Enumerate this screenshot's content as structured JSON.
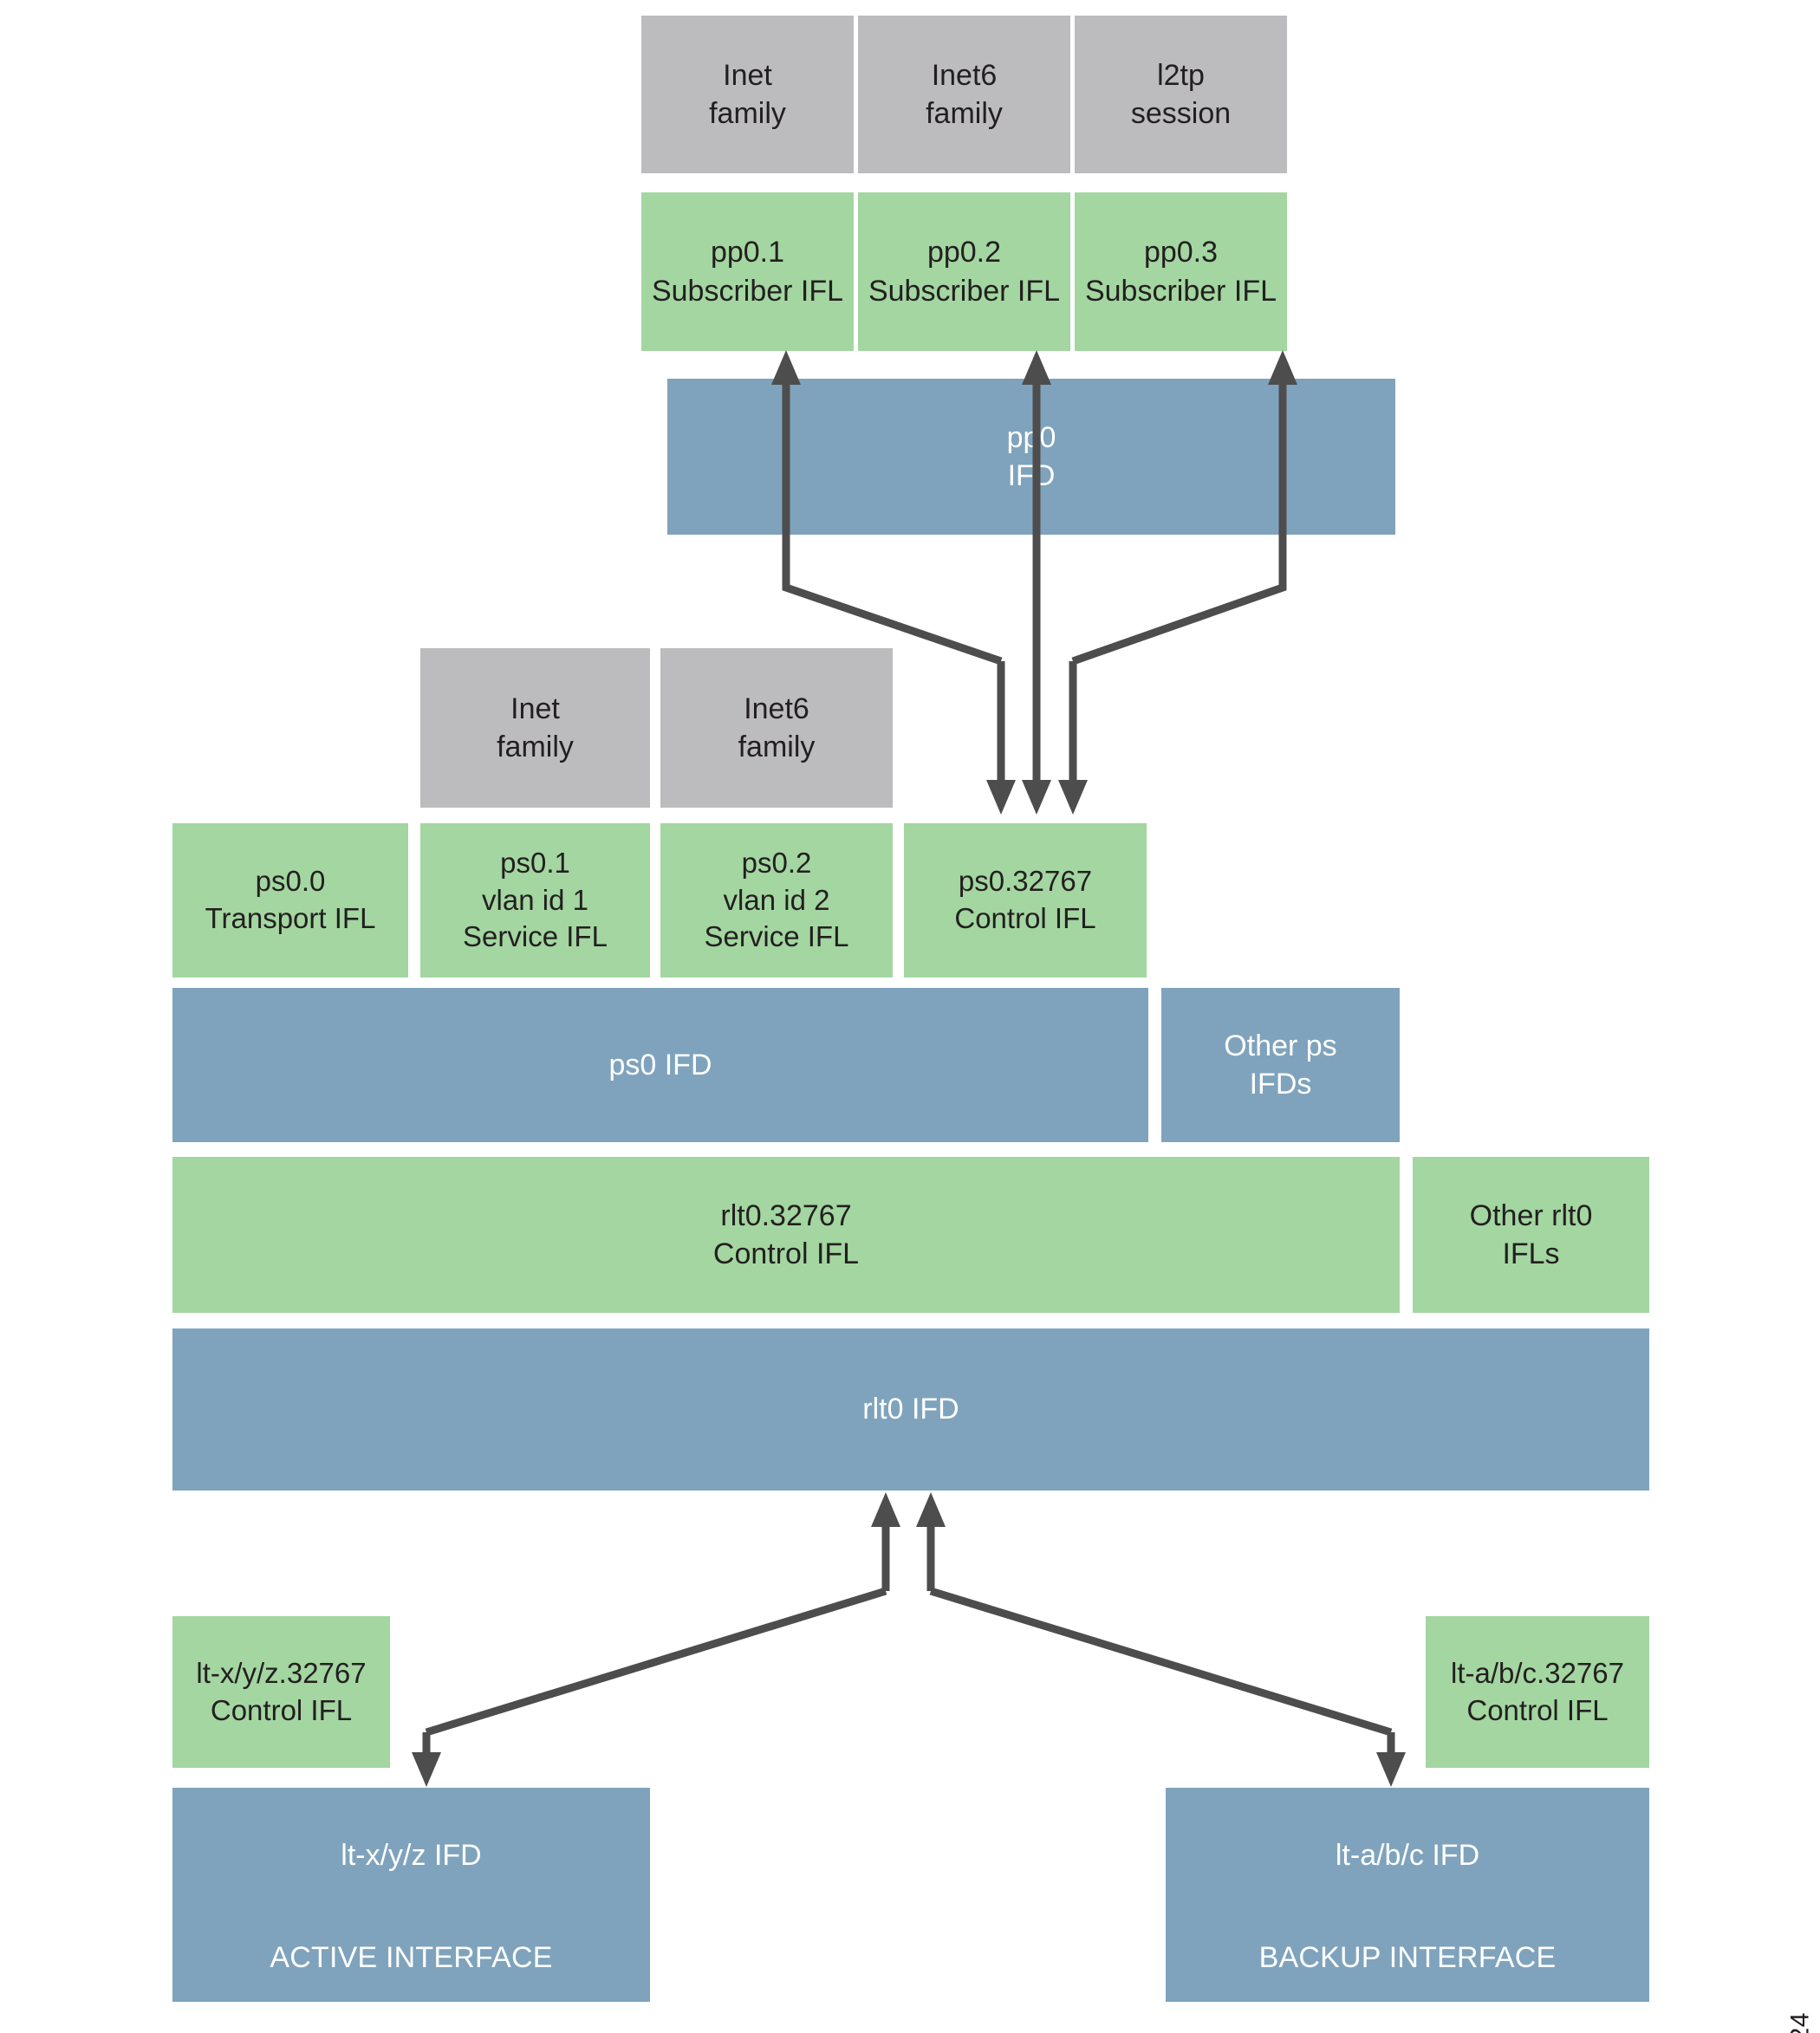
{
  "figure": {
    "id_label": "g043624",
    "colors": {
      "gray_family": "#bcbcbe",
      "green_ifl": "#a3d6a0",
      "blue_ifd": "#7fa3bc",
      "arrow": "#4d4d4d",
      "text_dark": "#231f20",
      "text_light": "#ffffff",
      "background": "#ffffff"
    }
  },
  "pp_family_row": [
    {
      "line1": "Inet",
      "line2": "family"
    },
    {
      "line1": "Inet6",
      "line2": "family"
    },
    {
      "line1": "l2tp",
      "line2": "session"
    }
  ],
  "pp_subscriber_row": [
    {
      "line1": "pp0.1",
      "line2": "Subscriber IFL"
    },
    {
      "line1": "pp0.2",
      "line2": "Subscriber IFL"
    },
    {
      "line1": "pp0.3",
      "line2": "Subscriber IFL"
    }
  ],
  "pp_ifd": {
    "line1": "pp0",
    "line2": "IFD"
  },
  "ps_family_row": [
    {
      "line1": "Inet",
      "line2": "family"
    },
    {
      "line1": "Inet6",
      "line2": "family"
    }
  ],
  "ps_ifl_row": [
    {
      "line1": "ps0.0",
      "line2": "Transport IFL",
      "line3": ""
    },
    {
      "line1": "ps0.1",
      "line2": "vlan id 1",
      "line3": "Service IFL"
    },
    {
      "line1": "ps0.2",
      "line2": "vlan id 2",
      "line3": "Service IFL"
    },
    {
      "line1": "ps0.32767",
      "line2": "Control IFL",
      "line3": ""
    }
  ],
  "ps_ifd": {
    "label": "ps0 IFD"
  },
  "other_ps_ifds": {
    "line1": "Other ps",
    "line2": "IFDs"
  },
  "rlt_control_ifl": {
    "line1": "rlt0.32767",
    "line2": "Control IFL"
  },
  "other_rlt_ifls": {
    "line1": "Other rlt0",
    "line2": "IFLs"
  },
  "rlt_ifd": {
    "label": "rlt0 IFD"
  },
  "active_side": {
    "control_ifl": {
      "line1": "lt-x/y/z.32767",
      "line2": "Control IFL"
    },
    "ifd": {
      "title": "lt-x/y/z IFD",
      "caption": "ACTIVE INTERFACE"
    }
  },
  "backup_side": {
    "control_ifl": {
      "line1": "lt-a/b/c.32767",
      "line2": "Control IFL"
    },
    "ifd": {
      "title": "lt-a/b/c IFD",
      "caption": "BACKUP INTERFACE"
    }
  }
}
